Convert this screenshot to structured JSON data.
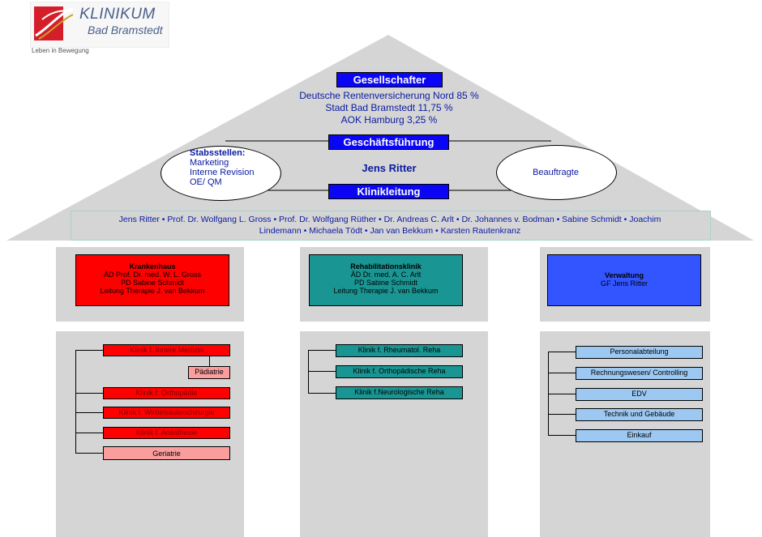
{
  "logo": {
    "name": "KLINIKUM",
    "city": "Bad Bramstedt",
    "tagline": "Leben in Bewegung"
  },
  "roof": {
    "shareholders_title": "Gesellschafter",
    "shareholders": [
      "Deutsche Rentenversicherung Nord 85 %",
      "Stadt Bad Bramstedt 11,75 %",
      "AOK Hamburg 3,25 %"
    ],
    "management_title": "Geschäftsführung",
    "ceo": "Jens Ritter",
    "clinic_management_title": "Klinikleitung",
    "staff_units": {
      "title": "Stabsstellen:",
      "items": [
        "Marketing",
        "Interne Revision",
        "OE/ QM"
      ]
    },
    "commissioners": "Beauftragte",
    "members_line1": "Jens Ritter • Prof. Dr. Wolfgang L. Gross • Prof. Dr. Wolfgang Rüther •  Dr. Andreas C. Arlt •  Dr. Johannes v. Bodman • Sabine Schmidt • Joachim",
    "members_line2": "Lindemann • Michaela Tödt • Jan van Bekkum •  Karsten Rautenkranz"
  },
  "pillars": {
    "krankenhaus": {
      "title": "Krankenhaus",
      "lines": [
        "ÄD Prof. Dr. med. W. L. Gross",
        "PD Sabine Schmidt",
        "Leitung Therapie J. van Bekkum"
      ],
      "items": [
        "Klinik f. Innere Medizin",
        "Pädiatrie",
        "Klinik f. Orthopädie",
        "Klinik f. Wirbelsäulenchirurgie",
        "Klinik f. Anästhesie",
        "Geriatrie"
      ]
    },
    "reha": {
      "title": "Rehabilitationsklinik",
      "lines": [
        "ÄD Dr. med. A. C. Arlt",
        "PD Sabine Schmidt",
        "Leitung Therapie J. van Bekkum"
      ],
      "items": [
        "Klinik f. Rheumatol. Reha",
        "Klinik f. Orthopädische Reha",
        "Klinik f.Neurologische Reha"
      ]
    },
    "verwaltung": {
      "title": "Verwaltung",
      "lines": [
        "GF Jens Ritter"
      ],
      "items": [
        "Personalabteilung",
        "Rechnungswesen/ Controlling",
        "EDV",
        "Technik und Gebäude",
        "Einkauf"
      ]
    }
  },
  "colors": {
    "blue_label": "#0a06f5",
    "red": "#ff0000",
    "pink": "#f99d9d",
    "teal": "#199693",
    "admin_blue": "#3355ff",
    "light_blue": "#9cc8f2",
    "gray": "#d5d5d5"
  }
}
